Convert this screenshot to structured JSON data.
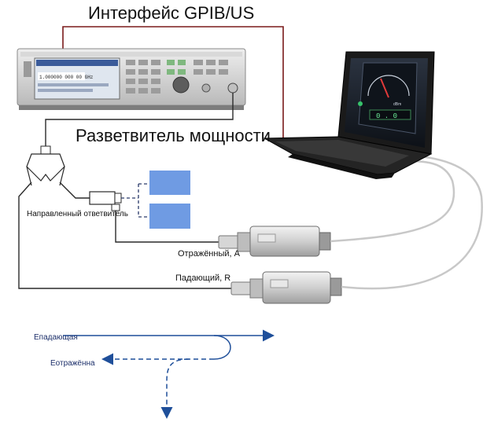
{
  "title_interface": "Интерфейс GPIB/US",
  "title_splitter": "Разветвитель мощности",
  "label_coupler": "Направленный ответвитель",
  "label_reflected": "Отражённый, A",
  "label_incident": "Падающий, R",
  "label_e_incident": "Eпадающая",
  "label_e_reflected": "Eотражённа",
  "generator_display": "1.000000 000 00 GHz",
  "laptop_meter_value": "0 . 0",
  "laptop_meter_unit": "dBm",
  "colors": {
    "wire": "#2a2a2a",
    "gpib_cable": "#7a1a1a",
    "blue_box": "#6f9be3",
    "wave": "#1f4f9a",
    "sensor_cable": "#c8c8c8"
  }
}
